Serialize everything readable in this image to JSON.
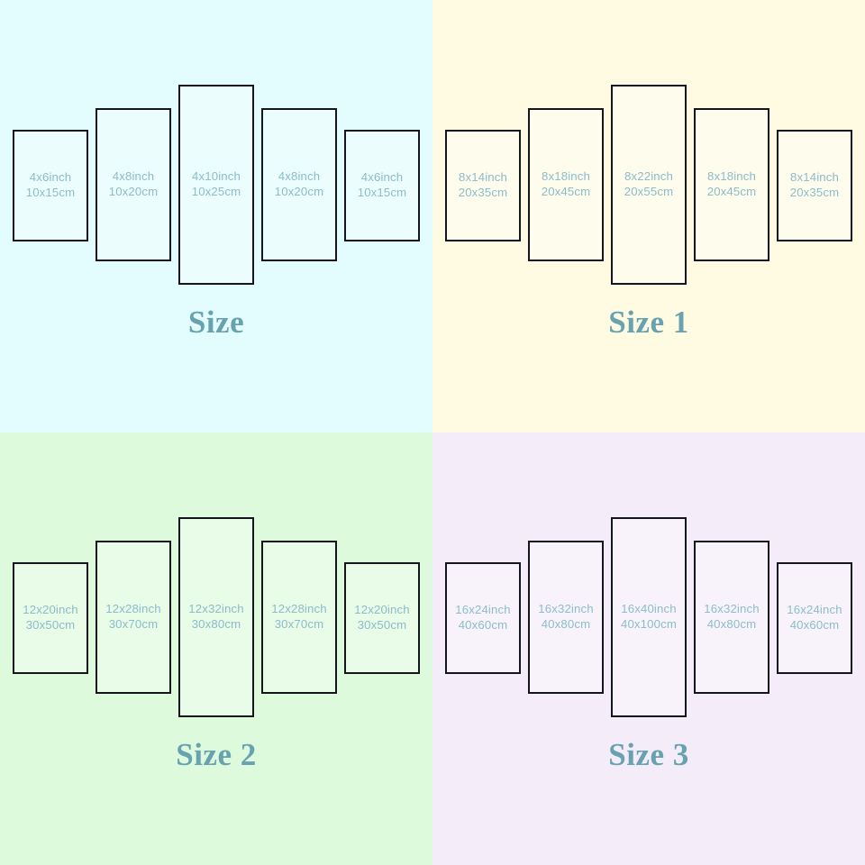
{
  "meta": {
    "text_color": "#8cbccb",
    "title_color": "#68a2b0",
    "border_color": "#15161d"
  },
  "quadrants": [
    {
      "key": "size",
      "title": "Size",
      "background": "#e3fcfd",
      "panels": [
        {
          "inch": "4x6inch",
          "cm": "10x15cm"
        },
        {
          "inch": "4x8inch",
          "cm": "10x20cm"
        },
        {
          "inch": "4x10inch",
          "cm": "10x25cm"
        },
        {
          "inch": "4x8inch",
          "cm": "10x20cm"
        },
        {
          "inch": "4x6inch",
          "cm": "10x15cm"
        }
      ]
    },
    {
      "key": "size-1",
      "title": "Size 1",
      "background": "#fefbe2",
      "panels": [
        {
          "inch": "8x14inch",
          "cm": "20x35cm"
        },
        {
          "inch": "8x18inch",
          "cm": "20x45cm"
        },
        {
          "inch": "8x22inch",
          "cm": "20x55cm"
        },
        {
          "inch": "8x18inch",
          "cm": "20x45cm"
        },
        {
          "inch": "8x14inch",
          "cm": "20x35cm"
        }
      ]
    },
    {
      "key": "size-2",
      "title": "Size 2",
      "background": "#ddfadc",
      "panels": [
        {
          "inch": "12x20inch",
          "cm": "30x50cm"
        },
        {
          "inch": "12x28inch",
          "cm": "30x70cm"
        },
        {
          "inch": "12x32inch",
          "cm": "30x80cm"
        },
        {
          "inch": "12x28inch",
          "cm": "30x70cm"
        },
        {
          "inch": "12x20inch",
          "cm": "30x50cm"
        }
      ]
    },
    {
      "key": "size-3",
      "title": "Size 3",
      "background": "#f4edf9",
      "panels": [
        {
          "inch": "16x24inch",
          "cm": "40x60cm"
        },
        {
          "inch": "16x32inch",
          "cm": "40x80cm"
        },
        {
          "inch": "16x40inch",
          "cm": "40x100cm"
        },
        {
          "inch": "16x32inch",
          "cm": "40x80cm"
        },
        {
          "inch": "16x24inch",
          "cm": "40x60cm"
        }
      ]
    }
  ]
}
